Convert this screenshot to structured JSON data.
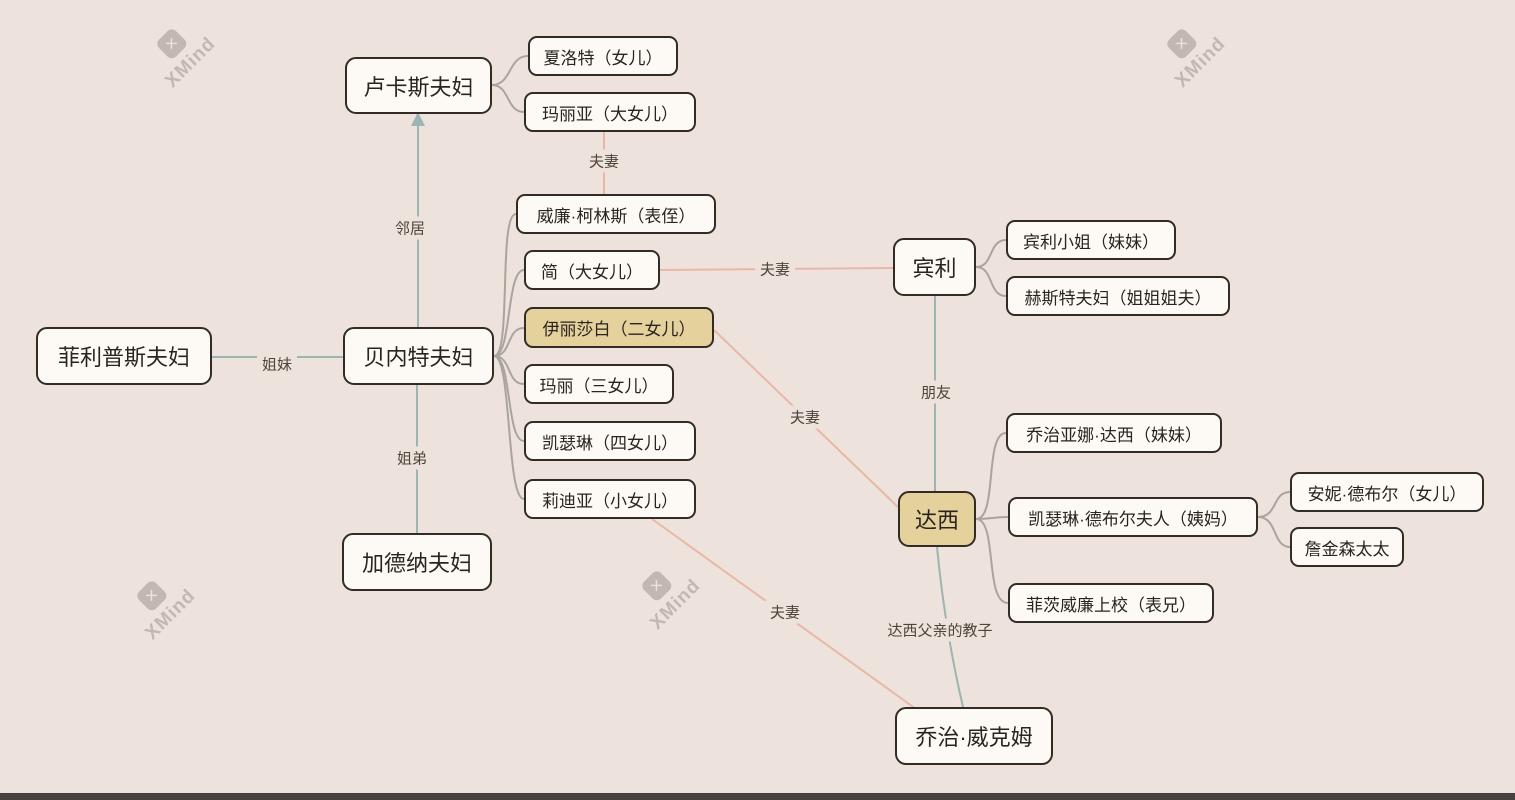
{
  "diagram": {
    "nodes": {
      "lucas": "卢卡斯夫妇",
      "charlotte": "夏洛特（女儿）",
      "maria": "玛丽亚（大女儿）",
      "collins": "威廉·柯林斯（表侄）",
      "jane": "简（大女儿）",
      "elizabeth": "伊丽莎白（二女儿）",
      "mary": "玛丽（三女儿）",
      "catherine": "凯瑟琳（四女儿）",
      "lydia": "莉迪亚（小女儿）",
      "philips": "菲利普斯夫妇",
      "bennet": "贝内特夫妇",
      "gardiner": "加德纳夫妇",
      "bingley": "宾利",
      "miss_bingley": "宾利小姐（妹妹）",
      "hurst": "赫斯特夫妇（姐姐姐夫）",
      "darcy": "达西",
      "georgiana": "乔治亚娜·达西（妹妹）",
      "lady_catherine": "凯瑟琳·德布尔夫人（姨妈）",
      "anne": "安妮·德布尔（女儿）",
      "jenkinson": "詹金森太太",
      "fitzwilliam": "菲茨威廉上校（表兄）",
      "wickham": "乔治·威克姆"
    },
    "edge_labels": {
      "neighbor": "邻居",
      "sisters": "姐妹",
      "sister_brother": "姐弟",
      "couple_collins": "夫妻",
      "couple_jane_bingley": "夫妻",
      "couple_elizabeth_darcy": "夫妻",
      "couple_lydia_wickham": "夫妻",
      "friends": "朋友",
      "godson": "达西父亲的教子"
    }
  },
  "watermark": {
    "brand": "XMind"
  },
  "colors": {
    "background": "#ede3dc",
    "node_bg": "#fdfaf6",
    "node_border": "#332b26",
    "highlight_bg": "#e5d19c",
    "relation_line": "#9db5b2",
    "marriage_line": "#e9b7a7",
    "branch_line": "#aaa59c"
  }
}
